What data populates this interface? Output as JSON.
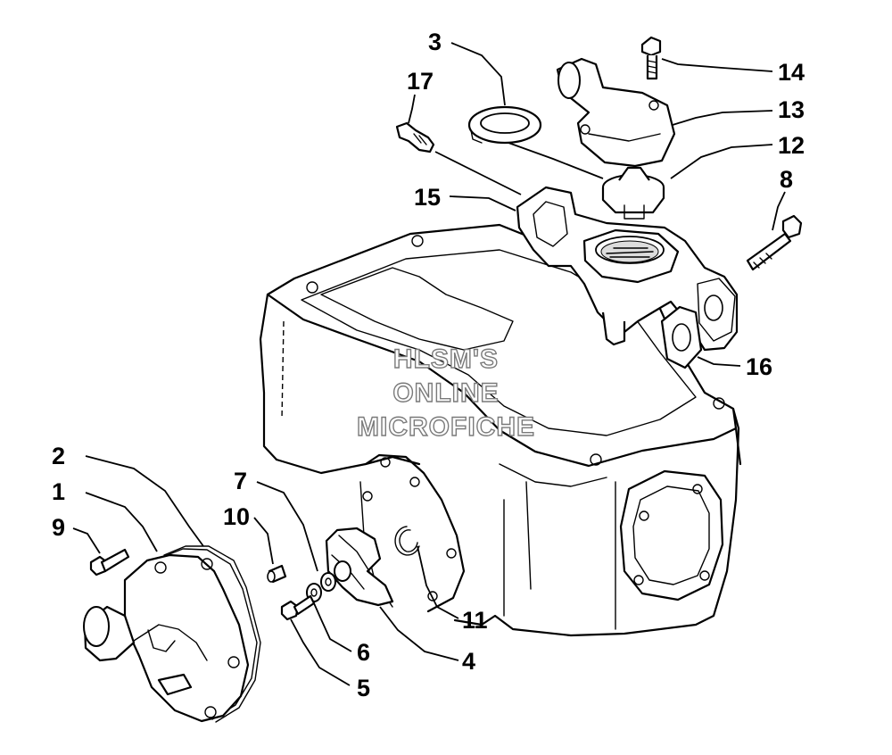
{
  "watermark": {
    "line1": "HLSM'S",
    "line2": "ONLINE",
    "line3": "MICROFICHE"
  },
  "callouts": [
    {
      "id": "c1",
      "label": "1"
    },
    {
      "id": "c2",
      "label": "2"
    },
    {
      "id": "c3",
      "label": "3"
    },
    {
      "id": "c4",
      "label": "4"
    },
    {
      "id": "c5",
      "label": "5"
    },
    {
      "id": "c6",
      "label": "6"
    },
    {
      "id": "c7",
      "label": "7"
    },
    {
      "id": "c8",
      "label": "8"
    },
    {
      "id": "c9",
      "label": "9"
    },
    {
      "id": "c10",
      "label": "10"
    },
    {
      "id": "c11",
      "label": "11"
    },
    {
      "id": "c12",
      "label": "12"
    },
    {
      "id": "c13",
      "label": "13"
    },
    {
      "id": "c14",
      "label": "14"
    },
    {
      "id": "c15",
      "label": "15"
    },
    {
      "id": "c16",
      "label": "16"
    },
    {
      "id": "c17",
      "label": "17"
    }
  ]
}
